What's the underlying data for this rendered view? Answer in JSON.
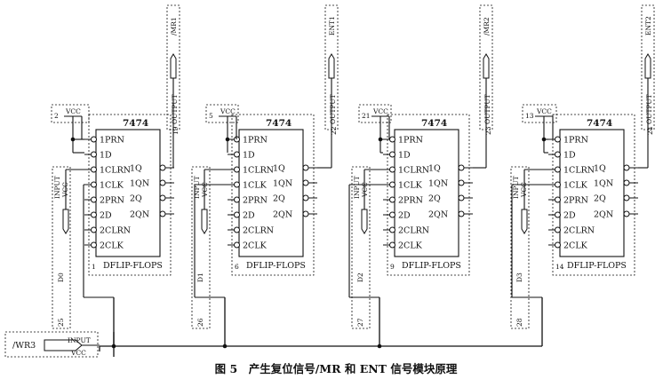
{
  "caption": "图 5　产生复位信号/MR 和 ENT 信号模块原理",
  "chip_type": "7474",
  "chip_footer": "DFLIP-FLOPS",
  "vcc_label": "VCC",
  "input_label": "INPUT",
  "output_label": "OUTPUT",
  "pins_left": [
    "1PRN",
    "1D",
    "1CLRN",
    "1CLK",
    "2PRN",
    "2D",
    "2CLRN",
    "2CLK"
  ],
  "pins_right": [
    "1Q",
    "1QN",
    "2Q",
    "2QN"
  ],
  "blocks": [
    {
      "chip_num": "1",
      "vcc_num": "2",
      "output_name": "/MR1",
      "output_num": "19",
      "input_name": "D0",
      "input_num": "25"
    },
    {
      "chip_num": "6",
      "vcc_num": "5",
      "output_name": "ENT1",
      "output_num": "22",
      "input_name": "D1",
      "input_num": "26"
    },
    {
      "chip_num": "9",
      "vcc_num": "21",
      "output_name": "/MR2",
      "output_num": "23",
      "input_name": "D2",
      "input_num": "27"
    },
    {
      "chip_num": "14",
      "vcc_num": "13",
      "output_name": "ENT2",
      "output_num": "24",
      "input_name": "D3",
      "input_num": "28"
    }
  ],
  "bus_input": {
    "name": "/WR3",
    "input_label": "INPUT",
    "vcc_label": "VCC"
  }
}
